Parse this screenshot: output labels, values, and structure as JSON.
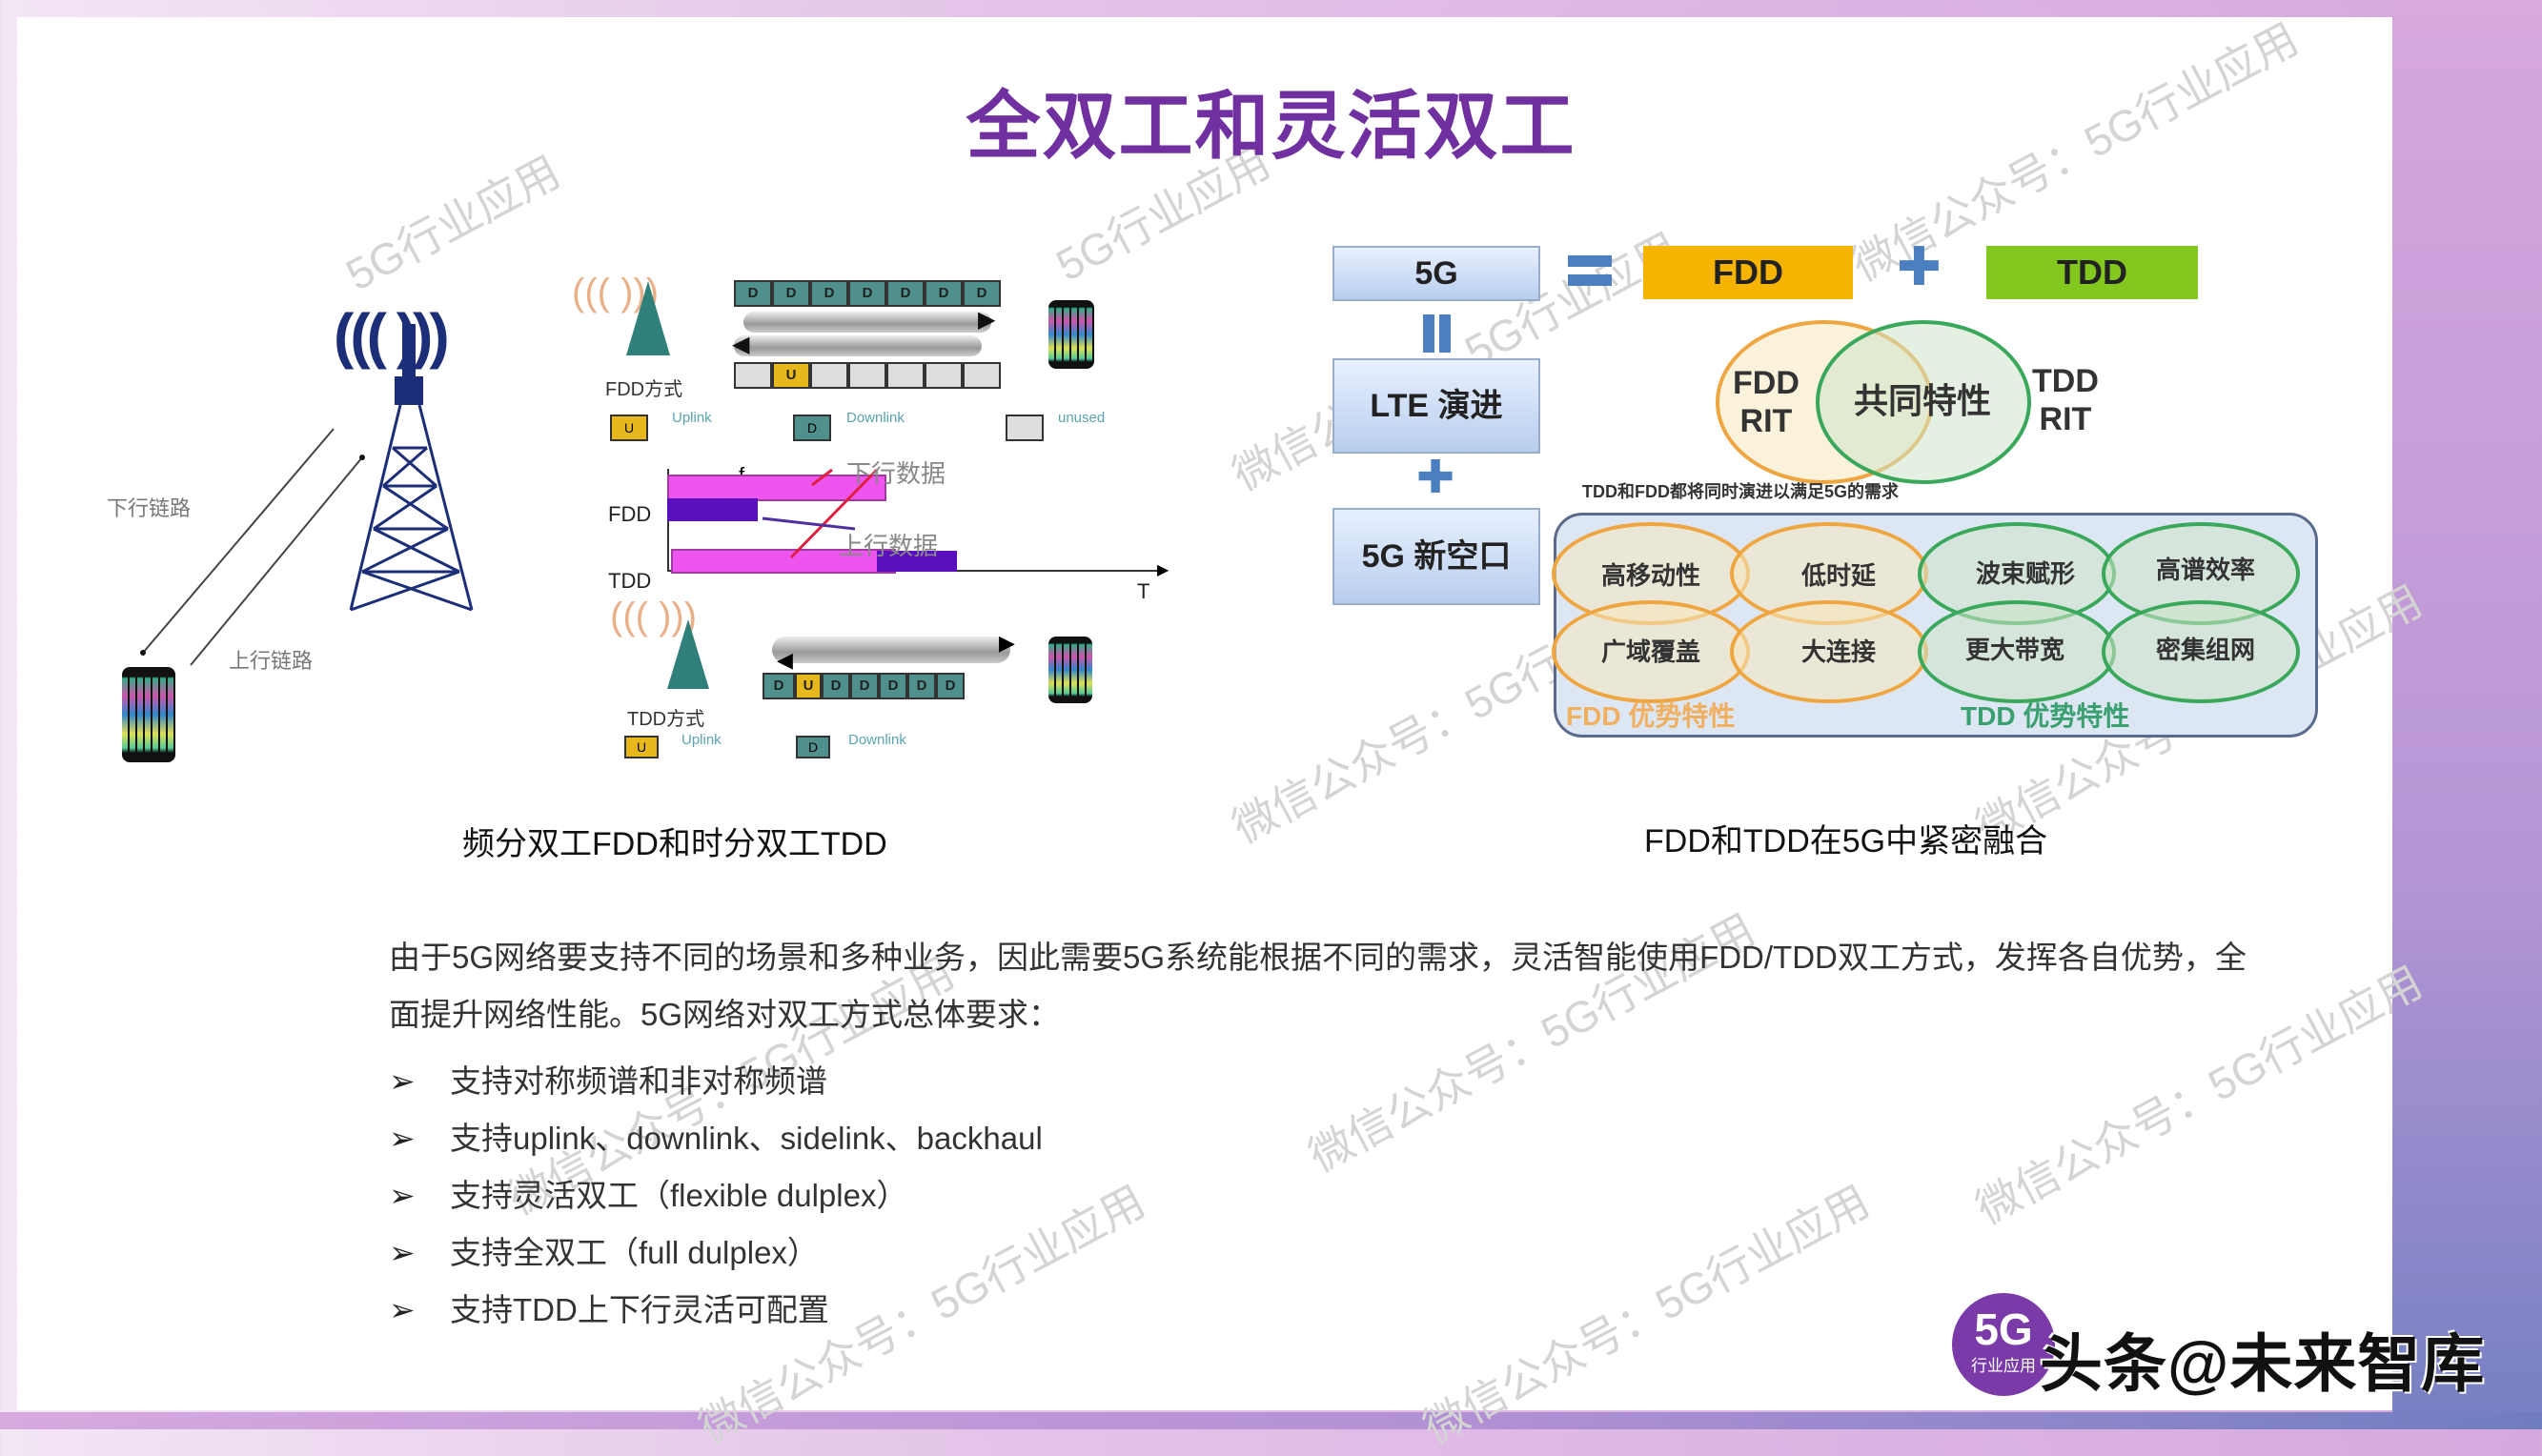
{
  "slide": {
    "title": "全双工和灵活双工",
    "colors": {
      "title": "#7030a0",
      "frame_gradient_start": "#f3e6f5",
      "frame_gradient_end": "#d6a8df"
    }
  },
  "watermark": {
    "text": "微信公众号：5G行业应用",
    "short": "5G行业应用"
  },
  "left_figure": {
    "caption": "频分双工FDD和时分双工TDD",
    "tower_diagram": {
      "downlink_label": "下行链路",
      "uplink_label": "上行链路"
    },
    "fdd_mode": {
      "label": "FDD方式",
      "downlink_slots": [
        "D",
        "D",
        "D",
        "D",
        "D",
        "D",
        "D"
      ],
      "uplink_slots": [
        "",
        "U",
        "",
        "",
        "",
        "",
        ""
      ]
    },
    "legend": [
      {
        "code": "U",
        "label": "Uplink",
        "color": "#e6b81c"
      },
      {
        "code": "D",
        "label": "Downlink",
        "color": "#4f8f8c"
      },
      {
        "code": "",
        "label": "unused",
        "color": "#dddddd"
      }
    ],
    "timeline": {
      "f_label": "f",
      "t_label": "T",
      "fdd_label": "FDD",
      "tdd_label": "TDD",
      "downlink_data": "下行数据",
      "uplink_data": "上行数据"
    },
    "tdd_mode": {
      "label": "TDD方式",
      "slots": [
        "D",
        "U",
        "D",
        "D",
        "D",
        "D",
        "D"
      ],
      "legend": [
        {
          "code": "U",
          "label": "Uplink"
        },
        {
          "code": "D",
          "label": "Downlink"
        }
      ]
    }
  },
  "right_figure": {
    "caption": "FDD和TDD在5G中紧密融合",
    "box_5g": "5G",
    "box_lte": "LTE 演进",
    "box_nr": "5G 新空口",
    "fdd": "FDD",
    "tdd": "TDD",
    "venn": {
      "left": "FDD RIT",
      "left_l1": "FDD",
      "left_l2": "RIT",
      "center": "共同特性",
      "right_l1": "TDD",
      "right_l2": "RIT"
    },
    "note": "TDD和FDD都将同时演进以满足5G的需求",
    "fdd_features": [
      "高移动性",
      "低时延",
      "广域覆盖",
      "大连接"
    ],
    "tdd_features": [
      "波束赋形",
      "高谱效率",
      "更大带宽",
      "密集组网"
    ],
    "fdd_adv_label": "FDD 优势特性",
    "tdd_adv_label": "TDD 优势特性"
  },
  "body": {
    "paragraph_line1": "由于5G网络要支持不同的场景和多种业务，因此需要5G系统能根据不同的需求，灵活智能使用FDD/TDD双工方式，发挥各自优势，全",
    "paragraph_line2": "面提升网络性能。5G网络对双工方式总体要求：",
    "bullet_glyph": "➢",
    "bullets": [
      "支持对称频谱和非对称频谱",
      "支持uplink、downlink、sidelink、backhaul",
      "支持灵活双工（flexible dulplex）",
      "支持全双工（full dulplex）",
      "支持TDD上下行灵活可配置"
    ]
  },
  "footer": {
    "logo_main": "5G",
    "logo_sub": "行业应用",
    "brand": "头条@未来智库"
  }
}
